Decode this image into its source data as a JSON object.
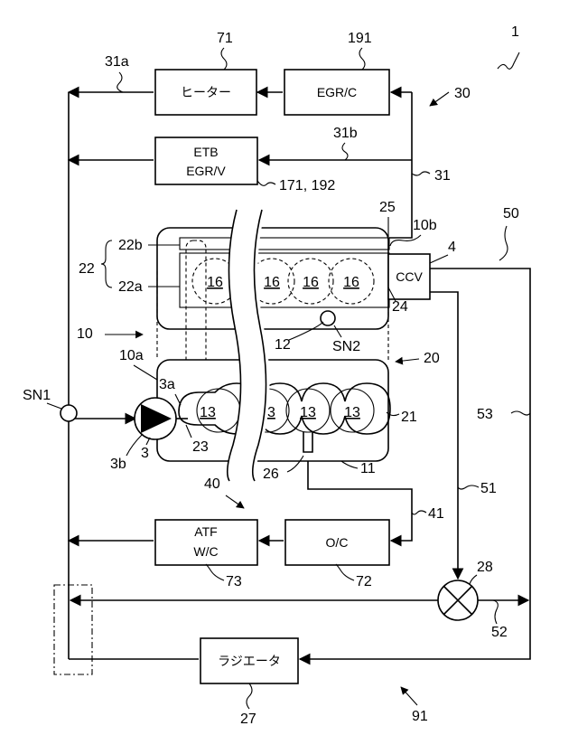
{
  "figure_no": "1",
  "cooling_circuits": {
    "circuit_30": "30",
    "circuit_40": "40",
    "circuit_50": "50",
    "circuit_91": "91"
  },
  "boxes": {
    "heater": "ヒーター",
    "egr_cooler": "EGR/C",
    "etb_egrv_line1": "ETB",
    "etb_egrv_line2": "EGR/V",
    "atf_wc_line1": "ATF",
    "atf_wc_line2": "W/C",
    "oil_cooler": "O/C",
    "radiator": "ラジエータ",
    "ccv": "CCV"
  },
  "reference_numbers": {
    "heater": "71",
    "egr_cooler": "191",
    "etb_egrv": "171, 192",
    "atf_wc": "73",
    "oil_cooler": "72",
    "radiator": "27",
    "thermostat_valve": "28",
    "line_31a": "31a",
    "line_31b": "31b",
    "line_31": "31",
    "line_41": "41",
    "line_51": "51",
    "line_52": "52",
    "line_53": "53",
    "outlet_25": "25",
    "head_out_10b": "10b",
    "ccv_ref": "4",
    "head_jacket_22": "22",
    "head_jacket_22a": "22a",
    "head_jacket_22b": "22b",
    "engine": "10",
    "block_inlet_10a": "10a",
    "pump_3a": "3a",
    "pump_3b": "3b",
    "pump": "3",
    "jacket_23": "23",
    "head_24": "24",
    "sensor_12": "12",
    "sensor_sn2": "SN2",
    "sensor_sn1": "SN1",
    "head_20": "20",
    "block_jacket_21": "21",
    "block_26": "26",
    "block_11": "11"
  },
  "cylinders": {
    "head": [
      "16",
      "16",
      "16",
      "16"
    ],
    "block": [
      "13",
      "13",
      "13",
      "13"
    ]
  }
}
